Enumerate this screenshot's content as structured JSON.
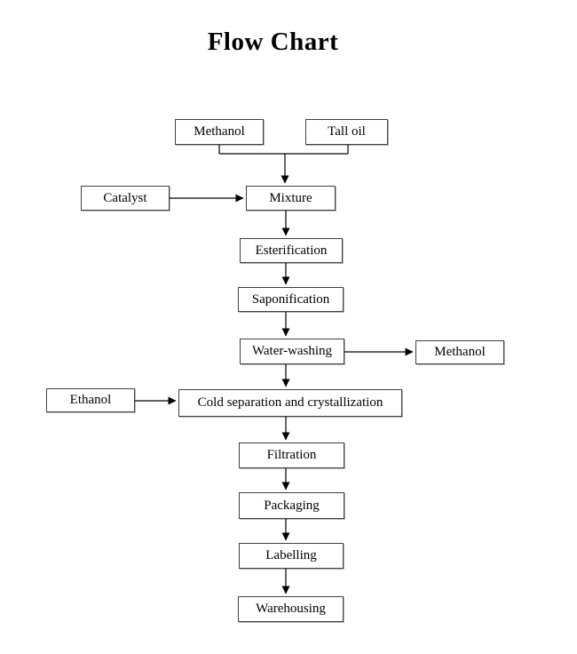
{
  "title": "Flow Chart",
  "colors": {
    "background": "#ffffff",
    "box_fill": "#ffffff",
    "box_border": "#404040",
    "text": "#000000",
    "arrow": "#000000"
  },
  "nodes": {
    "methanol_feed": {
      "label": "Methanol"
    },
    "tall_oil": {
      "label": "Tall oil"
    },
    "catalyst": {
      "label": "Catalyst"
    },
    "mixture": {
      "label": "Mixture"
    },
    "esterification": {
      "label": "Esterification"
    },
    "saponification": {
      "label": "Saponification"
    },
    "water_washing": {
      "label": "Water-washing"
    },
    "methanol_recovered": {
      "label": "Methanol"
    },
    "ethanol": {
      "label": "Ethanol"
    },
    "cold_separation": {
      "label": "Cold separation and crystallization"
    },
    "filtration": {
      "label": "Filtration"
    },
    "packaging": {
      "label": "Packaging"
    },
    "labelling": {
      "label": "Labelling"
    },
    "warehousing": {
      "label": "Warehousing"
    }
  },
  "edges": [
    {
      "from": "methanol_feed",
      "to": "mixture"
    },
    {
      "from": "tall_oil",
      "to": "mixture"
    },
    {
      "from": "catalyst",
      "to": "mixture"
    },
    {
      "from": "mixture",
      "to": "esterification"
    },
    {
      "from": "esterification",
      "to": "saponification"
    },
    {
      "from": "saponification",
      "to": "water_washing"
    },
    {
      "from": "water_washing",
      "to": "methanol_recovered"
    },
    {
      "from": "water_washing",
      "to": "cold_separation"
    },
    {
      "from": "ethanol",
      "to": "cold_separation"
    },
    {
      "from": "cold_separation",
      "to": "filtration"
    },
    {
      "from": "filtration",
      "to": "packaging"
    },
    {
      "from": "packaging",
      "to": "labelling"
    },
    {
      "from": "labelling",
      "to": "warehousing"
    }
  ]
}
